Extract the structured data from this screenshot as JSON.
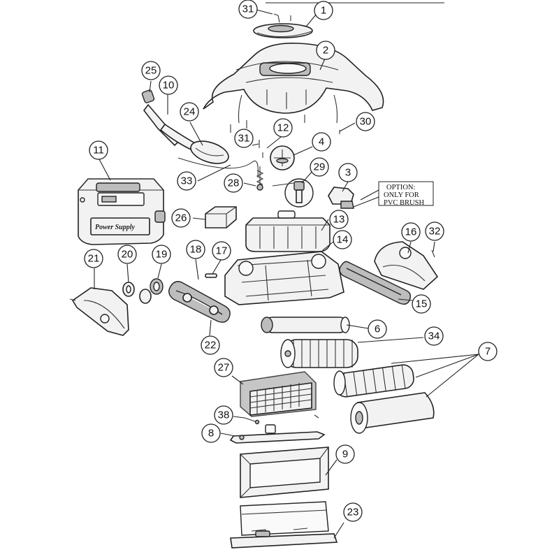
{
  "diagram": {
    "option_note": {
      "lines": [
        "OPTION:",
        "ONLY FOR",
        "PVC BRUSH"
      ]
    },
    "power_supply_label": "Power Supply",
    "callouts": [
      {
        "id": "c1",
        "label": "1"
      },
      {
        "id": "c2",
        "label": "2"
      },
      {
        "id": "c3",
        "label": "3"
      },
      {
        "id": "c4",
        "label": "4"
      },
      {
        "id": "c6",
        "label": "6"
      },
      {
        "id": "c7",
        "label": "7"
      },
      {
        "id": "c8",
        "label": "8"
      },
      {
        "id": "c9",
        "label": "9"
      },
      {
        "id": "c10",
        "label": "10"
      },
      {
        "id": "c11",
        "label": "11"
      },
      {
        "id": "c12",
        "label": "12"
      },
      {
        "id": "c13",
        "label": "13"
      },
      {
        "id": "c14",
        "label": "14"
      },
      {
        "id": "c15",
        "label": "15"
      },
      {
        "id": "c16",
        "label": "16"
      },
      {
        "id": "c17",
        "label": "17"
      },
      {
        "id": "c18",
        "label": "18"
      },
      {
        "id": "c19",
        "label": "19"
      },
      {
        "id": "c20",
        "label": "20"
      },
      {
        "id": "c21",
        "label": "21"
      },
      {
        "id": "c22",
        "label": "22"
      },
      {
        "id": "c23",
        "label": "23"
      },
      {
        "id": "c24",
        "label": "24"
      },
      {
        "id": "c25",
        "label": "25"
      },
      {
        "id": "c26",
        "label": "26"
      },
      {
        "id": "c27",
        "label": "27"
      },
      {
        "id": "c28",
        "label": "28"
      },
      {
        "id": "c29",
        "label": "29"
      },
      {
        "id": "c30",
        "label": "30"
      },
      {
        "id": "c31a",
        "label": "31"
      },
      {
        "id": "c31b",
        "label": "31"
      },
      {
        "id": "c32",
        "label": "32"
      },
      {
        "id": "c33",
        "label": "33"
      },
      {
        "id": "c34",
        "label": "34"
      },
      {
        "id": "c38",
        "label": "38"
      }
    ]
  }
}
